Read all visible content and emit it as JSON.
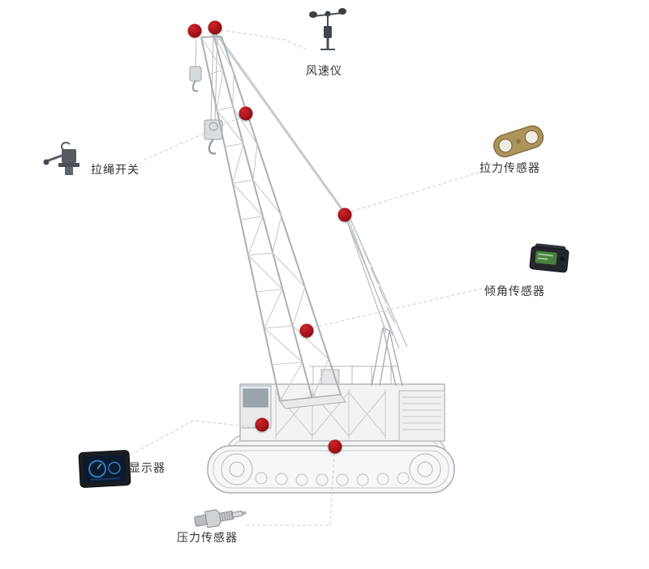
{
  "diagram": {
    "type": "annotated-illustration",
    "subject": "crawler-crane-sensor-placement",
    "sensors": [
      {
        "id": "wind-speed-meter",
        "label": "风速仪"
      },
      {
        "id": "pull-rope-switch",
        "label": "拉绳开关"
      },
      {
        "id": "tension-sensor",
        "label": "拉力传感器"
      },
      {
        "id": "tilt-sensor",
        "label": "倾角传感器"
      },
      {
        "id": "display-monitor",
        "label": "显示器"
      },
      {
        "id": "pressure-sensor",
        "label": "压力传感器"
      }
    ],
    "marker_count": 7,
    "colors": {
      "marker_red": "#8f0d12",
      "leader_line": "#cccccc",
      "label_text": "#333333",
      "crane_line": "#b6bbc0",
      "background": "#ffffff"
    }
  }
}
